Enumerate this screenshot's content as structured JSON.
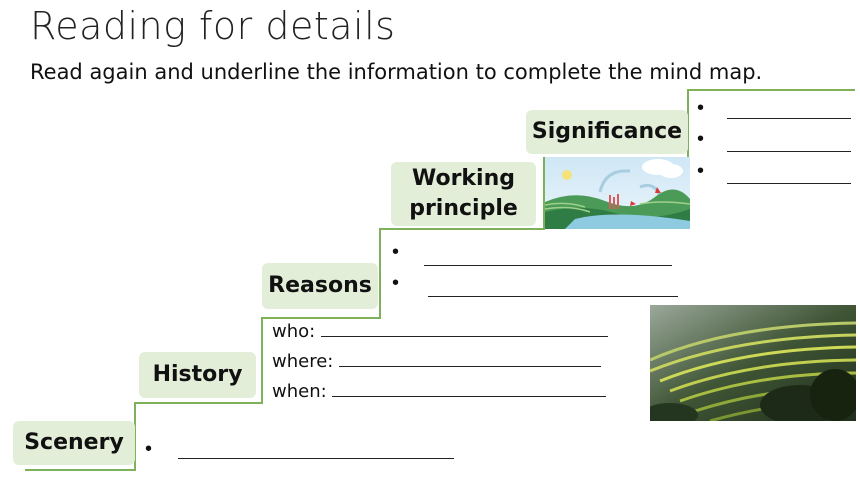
{
  "header": {
    "title": "Reading for details",
    "subtitle": "Read again and underline the information to complete the mind map."
  },
  "mind_map": {
    "steps": [
      {
        "label": "Scenery"
      },
      {
        "label": "History"
      },
      {
        "label": "Reasons"
      },
      {
        "label_line1": "Working",
        "label_line2": "principle"
      },
      {
        "label": "Significance"
      }
    ],
    "history_fields": {
      "who": "who:",
      "where": "where:",
      "when": "when:"
    }
  },
  "colors": {
    "box_fill": "#e3eed9",
    "stair_line": "#7fb15a"
  }
}
